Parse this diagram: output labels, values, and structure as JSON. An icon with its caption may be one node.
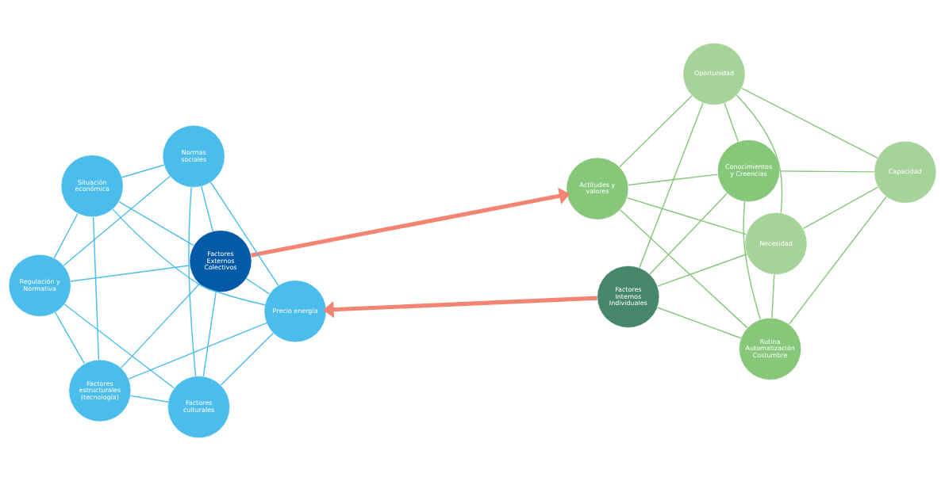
{
  "diagram": {
    "nodes": [
      {
        "text": [
          "Regulación y Normativa"
        ]
      },
      {
        "text": [
          "Factores culturales"
        ]
      },
      {
        "text": [
          "Factores estructurales (tecnología)"
        ]
      },
      {
        "text": [
          "Factores Externos Colectivos"
        ]
      },
      {
        "text": [
          "Normas sociales"
        ]
      },
      {
        "text": [
          "Situación económica"
        ]
      },
      {
        "text": [
          "Precio energía"
        ]
      },
      {
        "text": [
          "Actitudes y valores"
        ]
      },
      {
        "text": [
          "Conocimientos y Creencias"
        ]
      },
      {
        "text": [
          "Rutina Automatización Costumbre"
        ]
      },
      {
        "text": [
          "Factores Internos Individuales"
        ]
      },
      {
        "text": [
          "Oportunidad"
        ]
      },
      {
        "text": [
          "Necesidad"
        ]
      },
      {
        "text": [
          "Capacidad"
        ]
      }
    ],
    "edges": [
      {
        "from": 0,
        "to": 1,
        "arrow": "none"
      },
      {
        "from": 0,
        "to": 2,
        "arrow": "none"
      },
      {
        "from": 1,
        "to": 4,
        "arrow": "none"
      },
      {
        "from": 2,
        "to": 5,
        "arrow": "none"
      },
      {
        "from": 4,
        "to": 6,
        "arrow": "none"
      },
      {
        "from": 5,
        "to": 6,
        "arrow": "none"
      },
      {
        "from": 3,
        "to": 0,
        "arrow": "none"
      },
      {
        "from": 3,
        "to": 1,
        "arrow": "none"
      },
      {
        "from": 3,
        "to": 2,
        "arrow": "none"
      },
      {
        "from": 3,
        "to": 4,
        "arrow": "none"
      },
      {
        "from": 3,
        "to": 5,
        "arrow": "none"
      },
      {
        "from": 3,
        "to": 6,
        "arrow": "none"
      },
      {
        "from": 1,
        "to": 2,
        "arrow": "none"
      },
      {
        "from": 4,
        "to": 5,
        "arrow": "none"
      },
      {
        "from": 0,
        "to": 4,
        "arrow": "none"
      },
      {
        "from": 0,
        "to": 5,
        "arrow": "none"
      },
      {
        "from": 1,
        "to": 6,
        "arrow": "none"
      },
      {
        "from": 2,
        "to": 6,
        "arrow": "none"
      },
      {
        "from": 7,
        "to": 8,
        "arrow": "none",
        "color": "#86c77a"
      },
      {
        "from": 7,
        "to": 9,
        "arrow": "none",
        "color": "#86c77a"
      },
      {
        "from": 8,
        "to": 9,
        "arrow": "none",
        "color": "#86c77a"
      },
      {
        "from": 8,
        "to": 11,
        "arrow": "none",
        "color": "#86c77a"
      },
      {
        "from": 9,
        "to": 12,
        "arrow": "none",
        "color": "#86c77a"
      },
      {
        "from": 7,
        "to": 11,
        "arrow": "none",
        "color": "#86c77a"
      },
      {
        "from": 7,
        "to": 12,
        "arrow": "none",
        "color": "#86c77a"
      },
      {
        "from": 10,
        "to": 8,
        "arrow": "none",
        "color": "#86c77a"
      },
      {
        "from": 10,
        "to": 9,
        "arrow": "none",
        "color": "#86c77a"
      },
      {
        "from": 10,
        "to": 11,
        "arrow": "none",
        "color": "#86c77a"
      },
      {
        "from": 10,
        "to": 12,
        "arrow": "none",
        "color": "#86c77a"
      },
      {
        "from": 8,
        "to": 13,
        "arrow": "none",
        "color": "#86c77a"
      },
      {
        "from": 9,
        "to": 13,
        "arrow": "none",
        "color": "#86c77a"
      },
      {
        "from": 11,
        "to": 12,
        "arrow": "none",
        "color": "#86c77a"
      },
      {
        "from": 11,
        "to": 13,
        "arrow": "none",
        "color": "#86c77a"
      },
      {
        "from": 12,
        "to": 13,
        "arrow": "none",
        "color": "#86c77a"
      },
      {
        "from": 3,
        "to": 7,
        "arrow": "to",
        "style": "thick",
        "color": "#f28471"
      },
      {
        "from": 10,
        "to": 6,
        "arrow": "to",
        "style": "thick",
        "color": "#f28471"
      }
    ]
  }
}
